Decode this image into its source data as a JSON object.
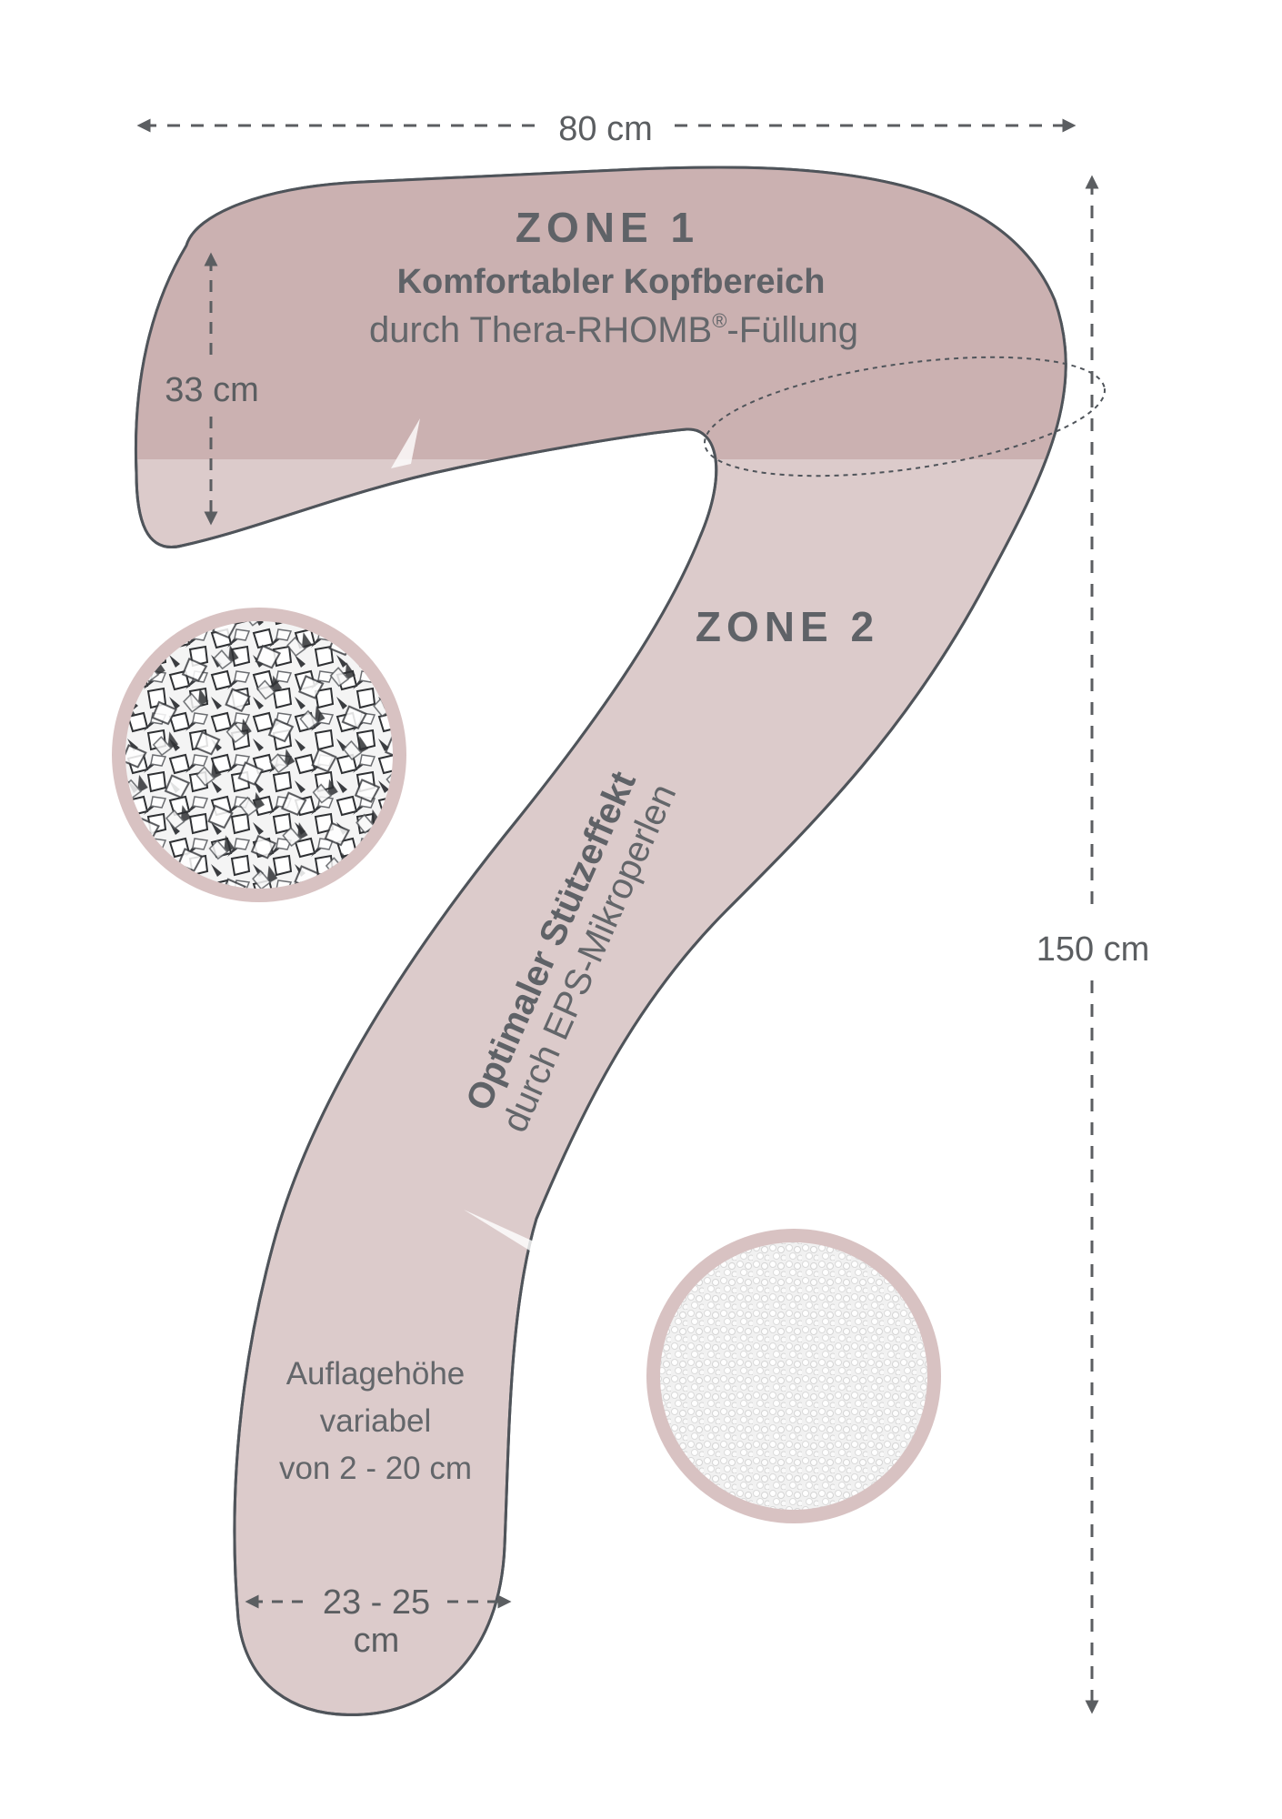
{
  "dimensions": {
    "width": "80 cm",
    "height": "150 cm",
    "head_height": "33 cm",
    "foot_width_value": "23 - 25",
    "foot_width_unit": "cm"
  },
  "zone1": {
    "title": "ZONE 1",
    "subtitle": "Komfortabler Kopfbereich",
    "description_prefix": "durch Thera-RHOMB",
    "description_mark": "®",
    "description_suffix": "-Füllung"
  },
  "zone2": {
    "title": "ZONE 2",
    "line1": "Optimaler Stützeffekt",
    "line2": "durch EPS-Mikroperlen"
  },
  "height_note": {
    "line1": "Auflagehöhe",
    "line2": "variabel",
    "line3": "von 2 - 20 cm"
  },
  "colors": {
    "zone1_fill": "#cbb1b1",
    "zone2_fill": "#dccbcb",
    "outline": "#4f545a",
    "ring": "#d8c2c2"
  }
}
